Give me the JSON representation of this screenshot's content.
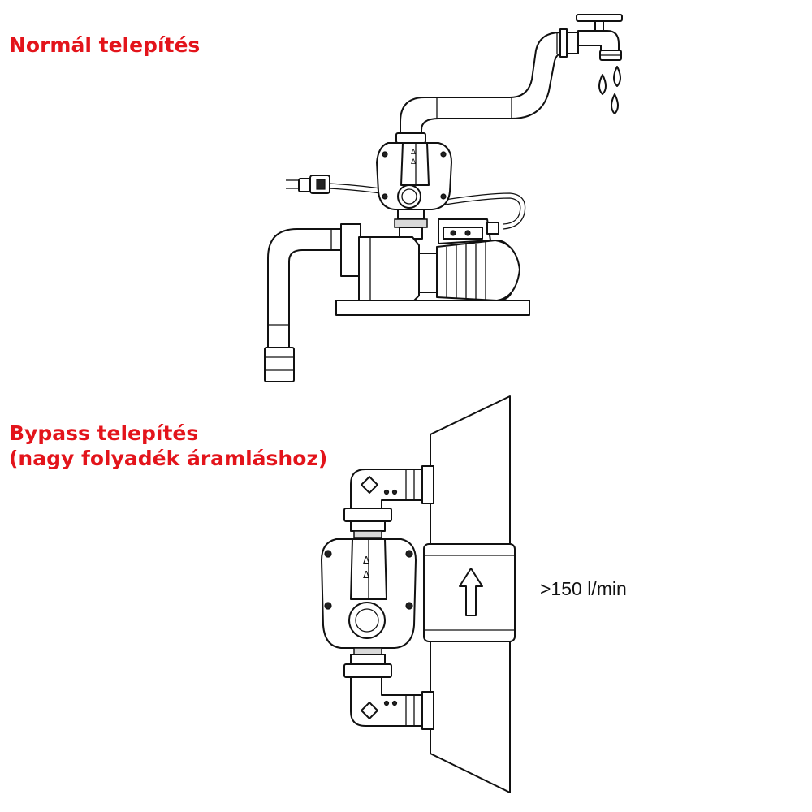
{
  "headings": {
    "normal": "Normál telepítés",
    "bypass_line1": "Bypass telepítés",
    "bypass_line2": "(nagy folyadék áramláshoz)"
  },
  "flow_label": ">150 l/min",
  "colors": {
    "heading": "#e3141b",
    "line": "#111111",
    "background": "#ffffff"
  }
}
